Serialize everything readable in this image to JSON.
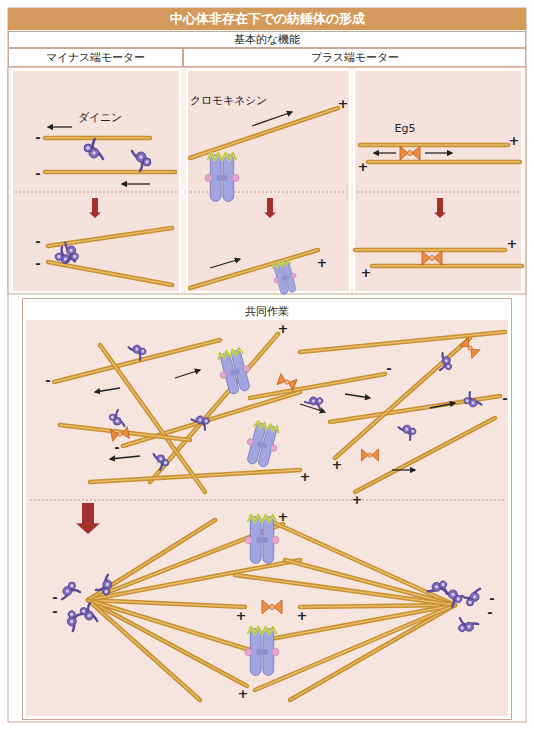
{
  "diagram": {
    "title": "中心体非存在下での紡錘体の形成",
    "nodes": [
      {
        "text": [
          "基本的な機能"
        ]
      },
      {
        "text": [
          "マイナス端モーター"
        ]
      },
      {
        "text": [
          "プラス端モーター"
        ]
      },
      {
        "text": [
          "共同作業"
        ]
      }
    ],
    "labels": [
      "ダイニン",
      "クロモキネシン",
      "+",
      "Eg5",
      "-",
      "+",
      "+",
      "-",
      "-",
      "+",
      "-",
      "+",
      "+",
      "+",
      "-",
      "-",
      "-",
      "-",
      "+",
      "+",
      "+",
      "+",
      "-",
      "-",
      "-",
      "+",
      "+",
      "-",
      "+"
    ]
  }
}
